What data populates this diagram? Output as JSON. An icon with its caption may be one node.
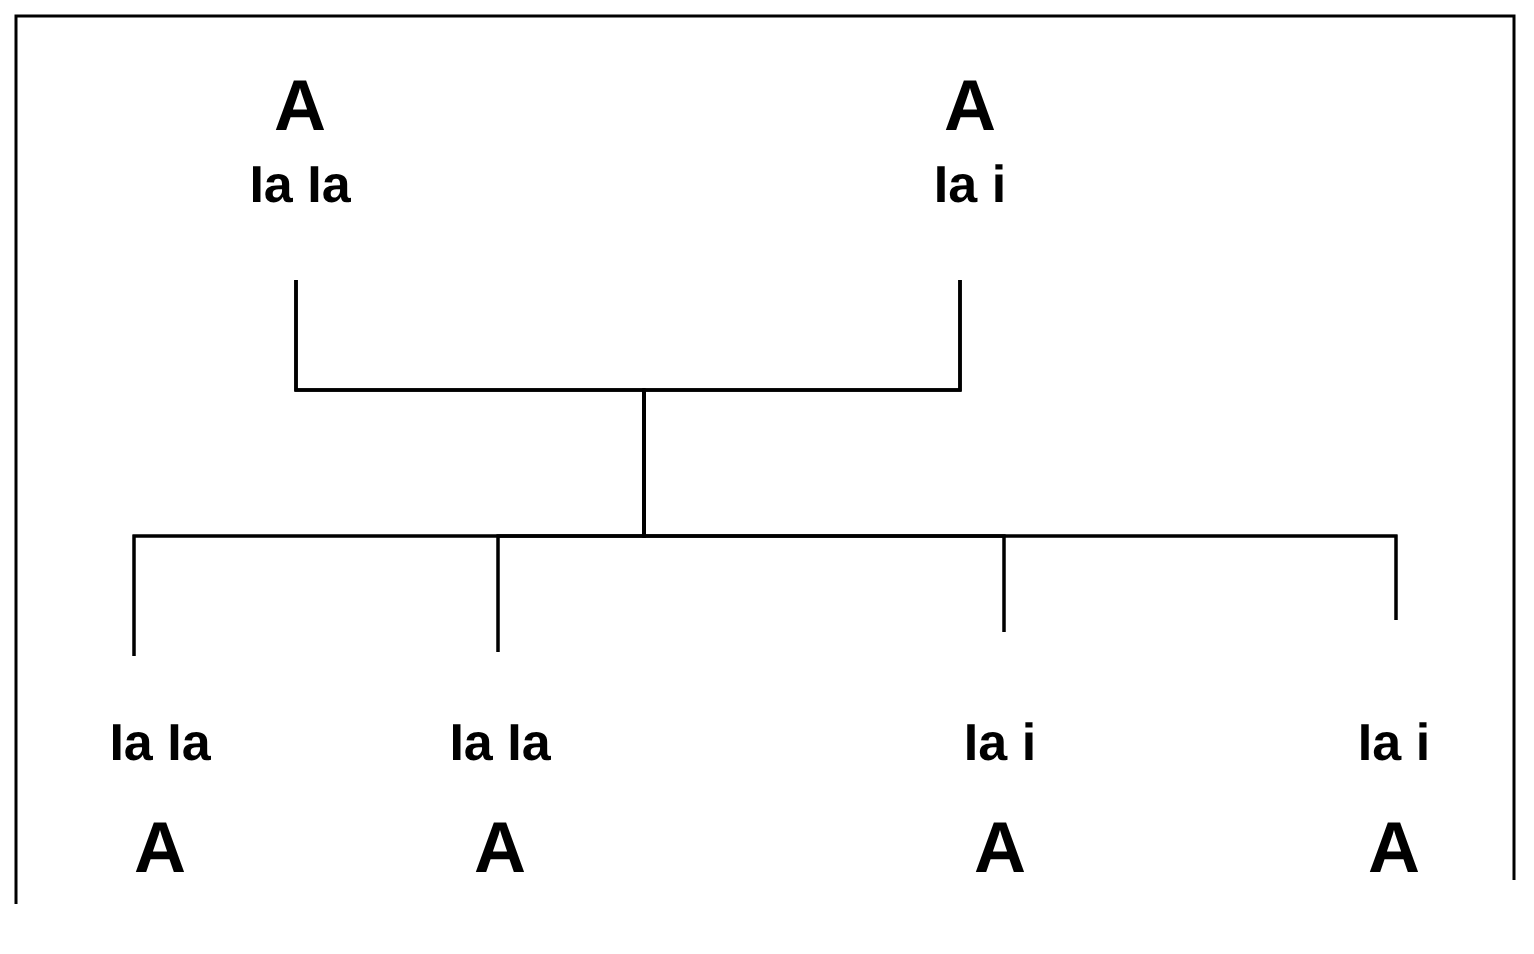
{
  "diagram": {
    "nodes": [
      {
        "text": [
          "A",
          "Ia Ia"
        ]
      },
      {
        "text": [
          "A",
          "Ia i"
        ]
      },
      {
        "text": [
          "Ia Ia",
          "A"
        ]
      },
      {
        "text": [
          "Ia Ia",
          "A"
        ]
      },
      {
        "text": [
          "Ia i",
          "A"
        ]
      },
      {
        "text": [
          "Ia i",
          "A"
        ]
      }
    ],
    "edges": [
      {
        "from": 0,
        "to": 2,
        "arrow": "none"
      },
      {
        "from": 0,
        "to": 3,
        "arrow": "none"
      },
      {
        "from": 0,
        "to": 4,
        "arrow": "none"
      },
      {
        "from": 0,
        "to": 5,
        "arrow": "none"
      },
      {
        "from": 1,
        "to": 2,
        "arrow": "none"
      },
      {
        "from": 1,
        "to": 3,
        "arrow": "none"
      },
      {
        "from": 1,
        "to": 4,
        "arrow": "none"
      },
      {
        "from": 1,
        "to": 5,
        "arrow": "none"
      }
    ]
  }
}
